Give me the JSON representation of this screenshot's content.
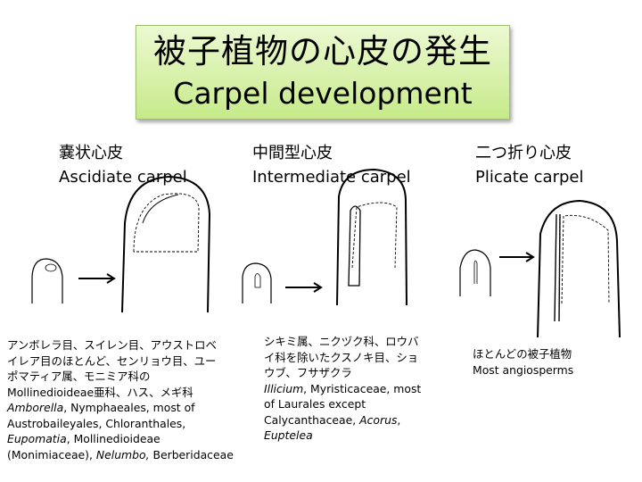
{
  "title": {
    "jp": "被子植物の心皮の発生",
    "en": "Carpel development"
  },
  "columns": [
    {
      "jp": "嚢状心皮",
      "en": "Ascidiate carpel",
      "desc_jp": [
        "アンボレラ目、スイレン目、アウストロベ",
        "イレア目のほとんど、センリョウ目、ユー",
        "ポマティア属、モニミア科の",
        "Mollinedioideae亜科、ハス、メギ科"
      ],
      "desc_en": [
        [
          "Amborella",
          ", Nymphaeales, most of"
        ],
        [
          "",
          "Austrobaileyales, Chloranthales,"
        ],
        [
          "Eupomatia",
          ", Mollinedioideae"
        ],
        [
          "",
          "(Monimiaceae), ",
          "Nelumbo,",
          " Berberidaceae"
        ]
      ]
    },
    {
      "jp": "中間型心皮",
      "en": "Intermediate carpel",
      "desc_jp": [
        "シキミ属、ニクヅク科、ロウバ",
        "イ科を除いたクスノキ目、ショ",
        "ウブ、フサザクラ"
      ],
      "desc_en": [
        [
          "Illicium",
          ", Myristicaceae, most"
        ],
        [
          "",
          "of Laurales except"
        ],
        [
          "",
          "Calycanthaceae, ",
          "Acorus",
          ","
        ],
        [
          "Euptelea",
          ""
        ]
      ]
    },
    {
      "jp": "二つ折り心皮",
      "en": "Plicate carpel",
      "desc_jp": [
        "ほとんどの被子植物"
      ],
      "desc_en": [
        [
          "",
          "Most angiosperms"
        ]
      ]
    }
  ]
}
